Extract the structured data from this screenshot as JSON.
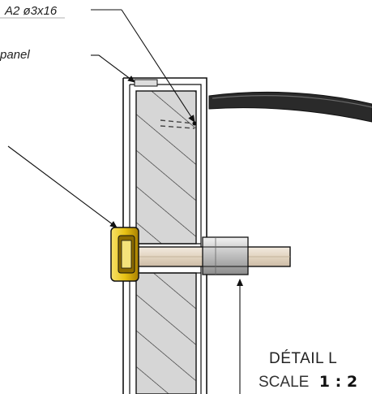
{
  "labels": {
    "screw_spec": "A2 ø3x16",
    "panel": "panel"
  },
  "detail": {
    "title": "DÉTAIL L",
    "scale_word": "SCALE",
    "scale_value": "1 : 2"
  },
  "colors": {
    "line": "#111111",
    "hatch": "#222222",
    "wall_fill": "#cfcfcf",
    "wall_fill_light": "#e6e6e6",
    "bracket_yellow": "#f2d22a",
    "bracket_dark": "#b58d00",
    "rod_fill": "#e8dccb",
    "cable": "#2a2a2a"
  }
}
